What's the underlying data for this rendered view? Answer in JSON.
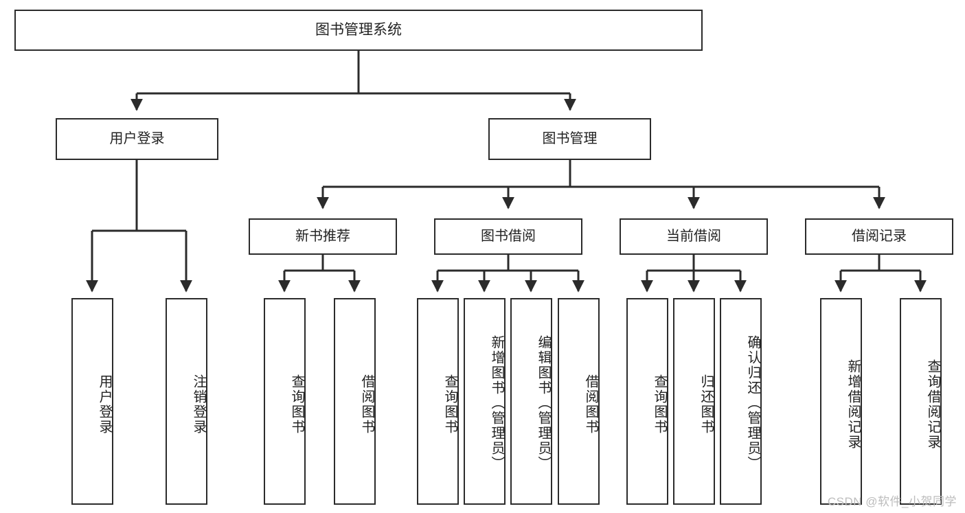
{
  "diagram": {
    "title": "图书管理系统",
    "type": "tree-hierarchy-diagram",
    "root": {
      "label": "图书管理系统"
    },
    "level1": [
      {
        "label": "用户登录"
      },
      {
        "label": "图书管理"
      }
    ],
    "level2": [
      {
        "label": "新书推荐"
      },
      {
        "label": "图书借阅"
      },
      {
        "label": "当前借阅"
      },
      {
        "label": "借阅记录"
      }
    ],
    "leaves": [
      {
        "label": "用户登录"
      },
      {
        "label": "注销登录"
      },
      {
        "label": "查询图书"
      },
      {
        "label": "借阅图书"
      },
      {
        "label": "查询图书"
      },
      {
        "label": "新增图书（管理员）"
      },
      {
        "label": "编辑图书（管理员）"
      },
      {
        "label": "借阅图书"
      },
      {
        "label": "查询图书"
      },
      {
        "label": "归还图书"
      },
      {
        "label": "确认归还（管理员）"
      },
      {
        "label": "新增借阅记录"
      },
      {
        "label": "查询借阅记录"
      }
    ]
  },
  "watermark": {
    "text": "CSDN @软件_小贺同学"
  },
  "colors": {
    "stroke": "#2b2b2b",
    "background": "#ffffff",
    "text": "#222222",
    "watermark": "#bcbcbc"
  }
}
